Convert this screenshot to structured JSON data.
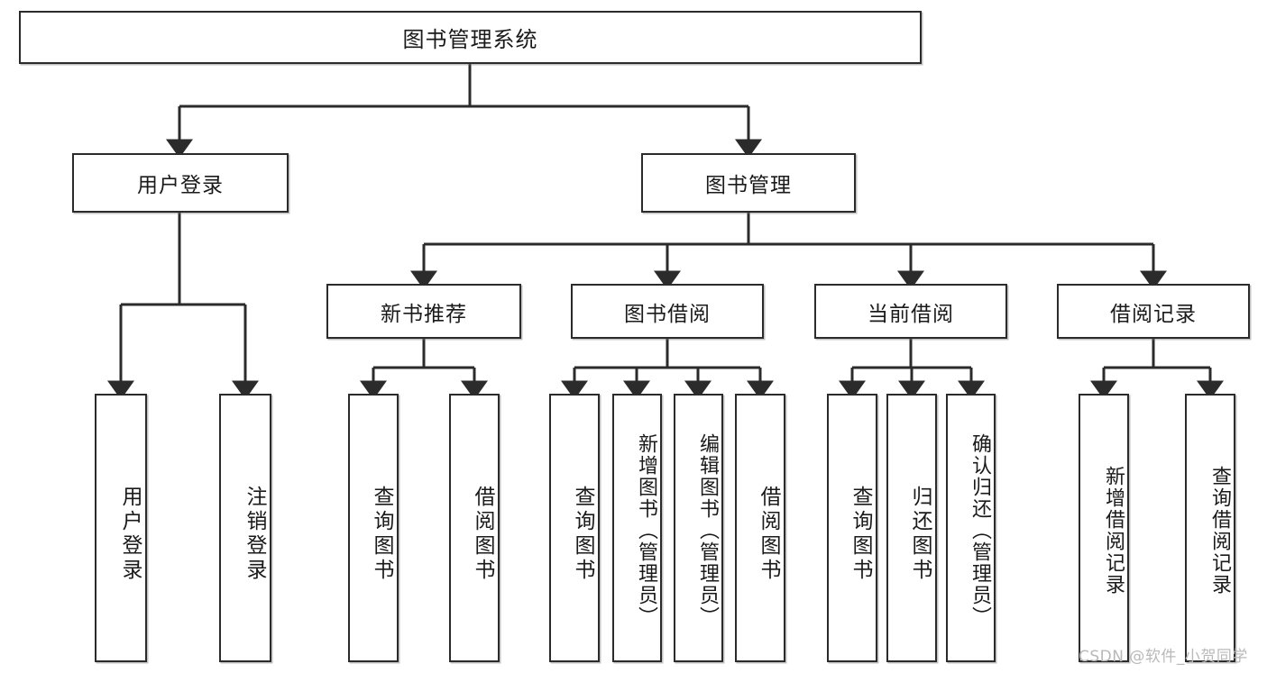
{
  "diagram": {
    "type": "tree-hierarchy-chart",
    "title": "图书管理系统",
    "watermark": "CSDN @软件_小贺同学",
    "colors": {
      "border": "#2b2b2b",
      "fill": "#ffffff",
      "line": "#2b2b2b",
      "watermark": "#b9b9b9"
    },
    "nodes": {
      "root": {
        "label": "图书管理系统"
      },
      "level1": [
        {
          "id": "user-login",
          "label": "用户登录"
        },
        {
          "id": "book-manage",
          "label": "图书管理"
        }
      ],
      "level2": [
        {
          "id": "new-book-recommend",
          "label": "新书推荐"
        },
        {
          "id": "book-borrow",
          "label": "图书借阅"
        },
        {
          "id": "current-borrow",
          "label": "当前借阅"
        },
        {
          "id": "borrow-record",
          "label": "借阅记录"
        }
      ],
      "leaves": {
        "user_login": [
          {
            "id": "leaf-user-login",
            "label": "用户登录"
          },
          {
            "id": "leaf-logout",
            "label": "注销登录"
          }
        ],
        "new_book_recommend": [
          {
            "id": "leaf-query-book-1",
            "label": "查询图书"
          },
          {
            "id": "leaf-borrow-book-1",
            "label": "借阅图书"
          }
        ],
        "book_borrow": [
          {
            "id": "leaf-query-book-2",
            "label": "查询图书"
          },
          {
            "id": "leaf-add-book",
            "label": "新增图书（管理员）"
          },
          {
            "id": "leaf-edit-book",
            "label": "编辑图书（管理员）"
          },
          {
            "id": "leaf-borrow-book-2",
            "label": "借阅图书"
          }
        ],
        "current_borrow": [
          {
            "id": "leaf-query-book-3",
            "label": "查询图书"
          },
          {
            "id": "leaf-return-book",
            "label": "归还图书"
          },
          {
            "id": "leaf-confirm-return",
            "label": "确认归还（管理员）"
          }
        ],
        "borrow_record": [
          {
            "id": "leaf-add-record",
            "label": "新增借阅记录"
          },
          {
            "id": "leaf-query-record",
            "label": "查询借阅记录"
          }
        ]
      }
    }
  }
}
